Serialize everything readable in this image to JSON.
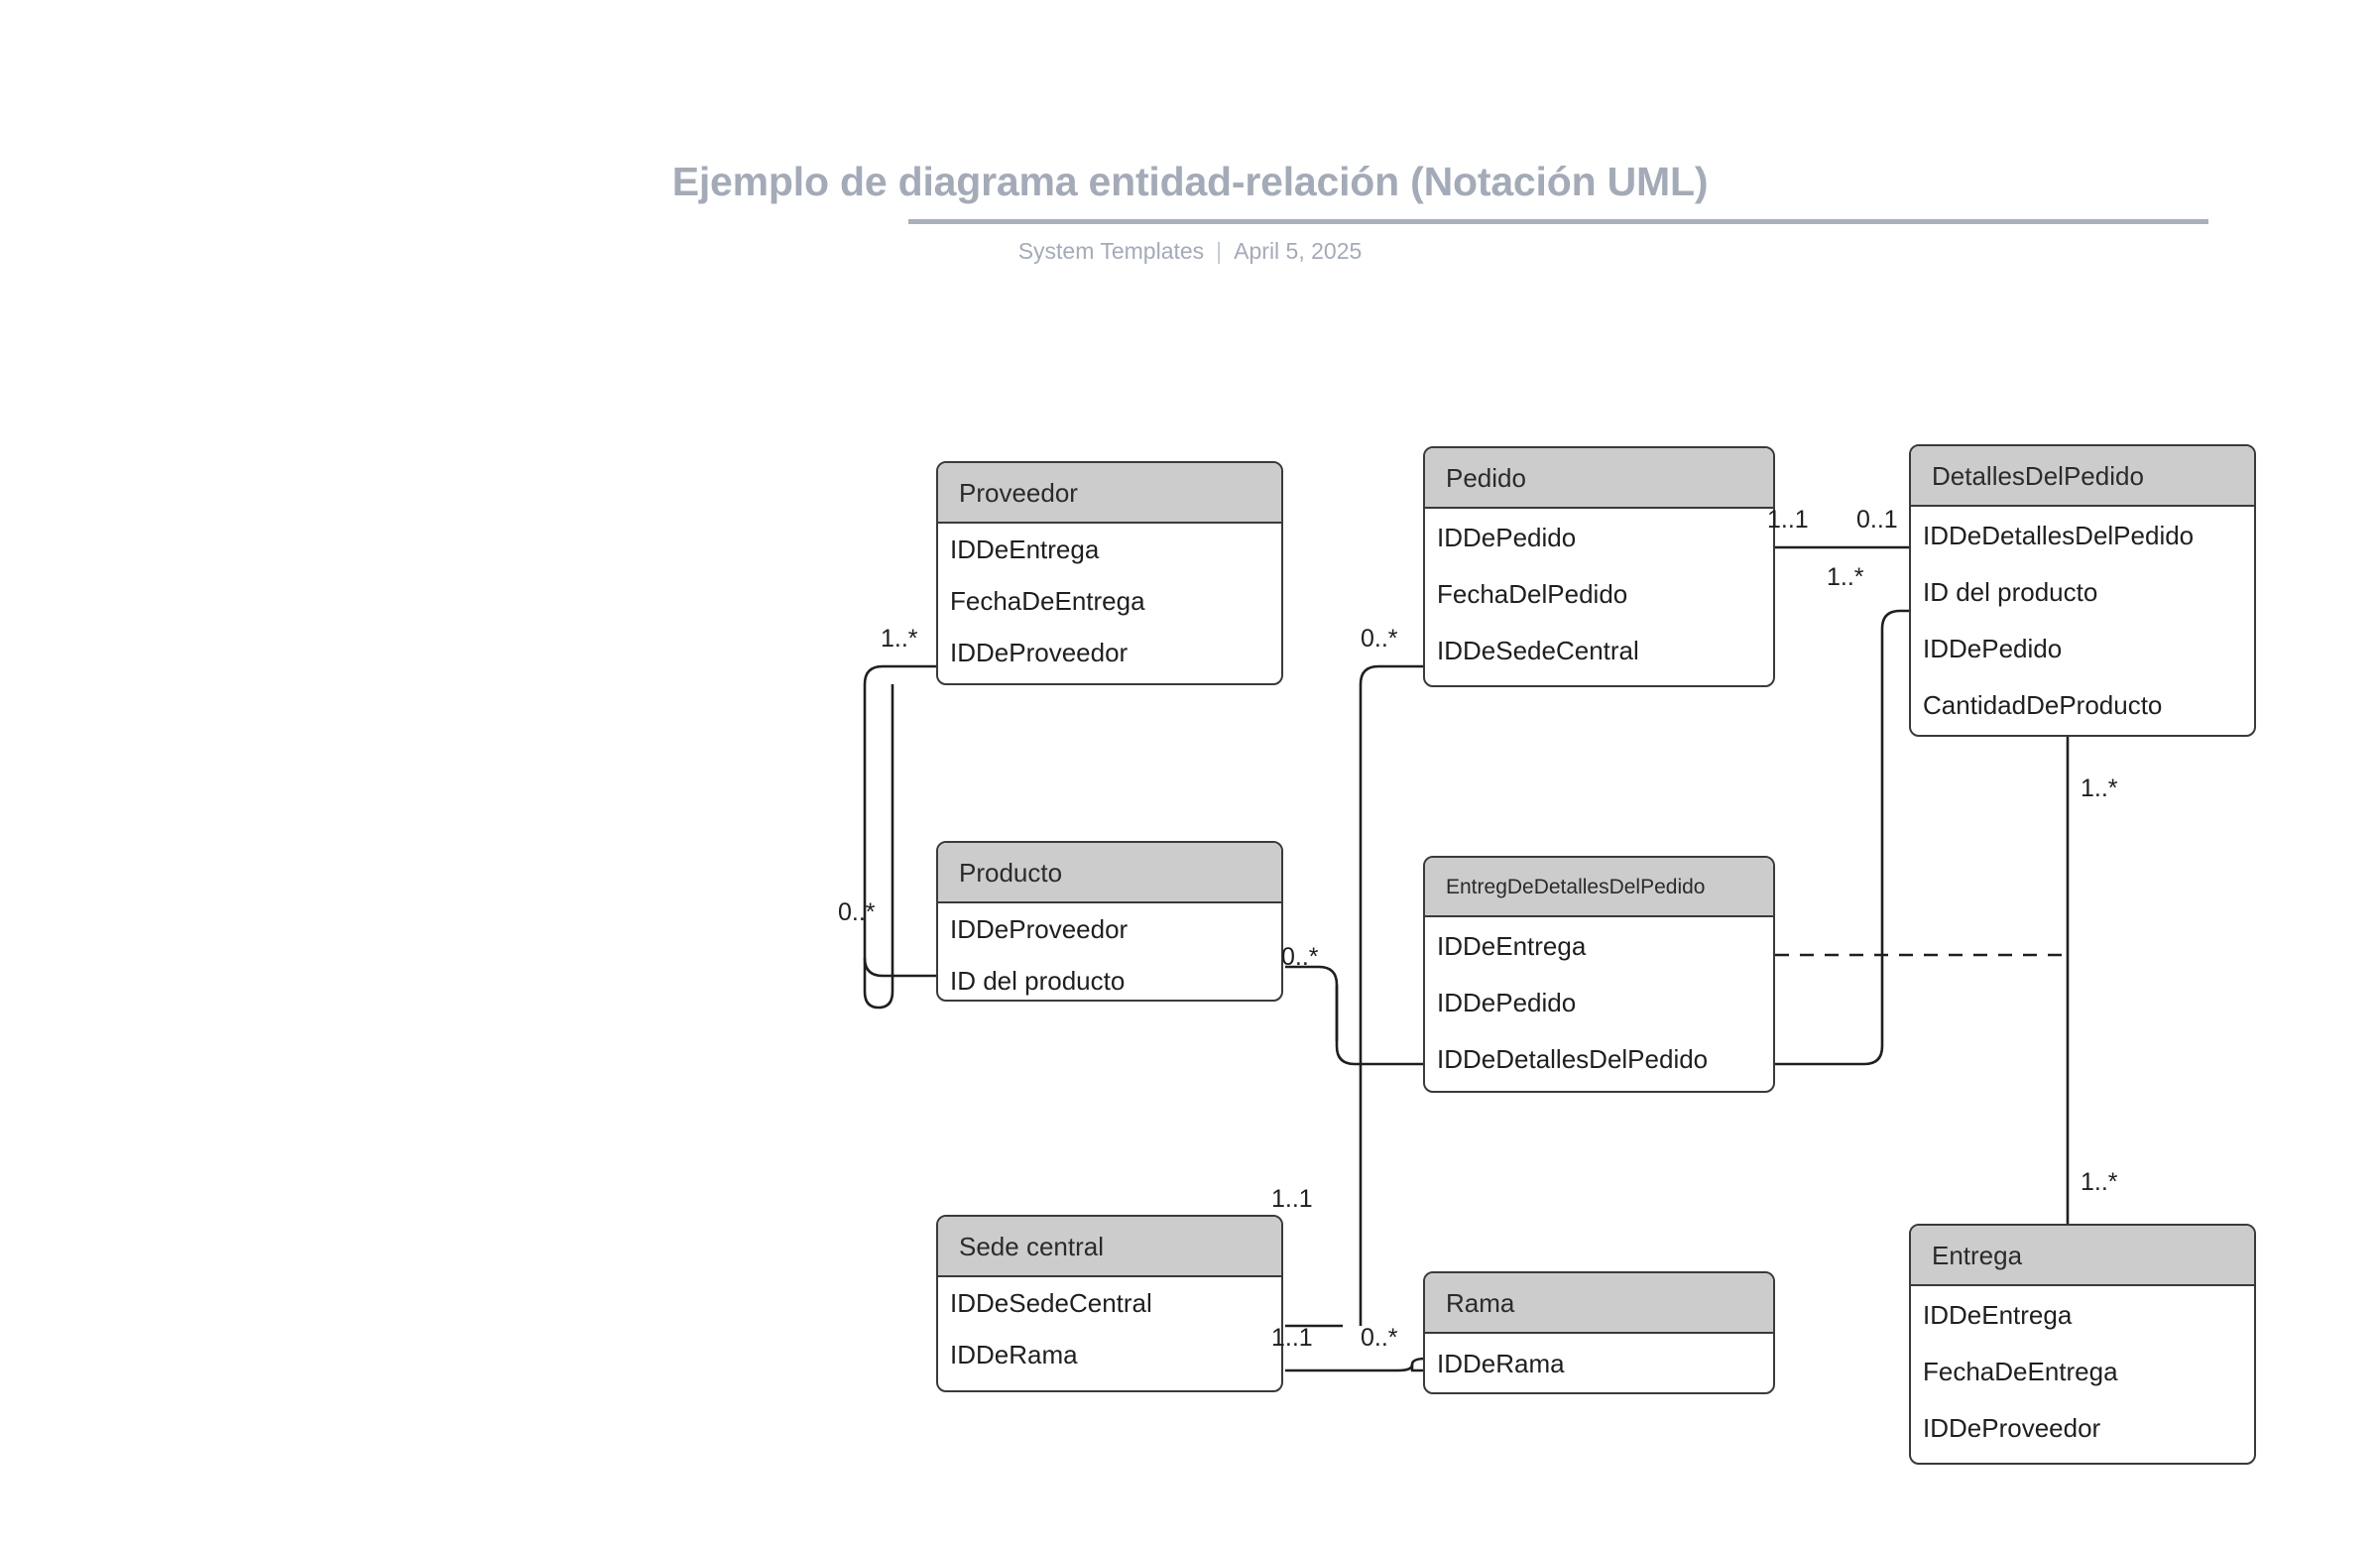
{
  "header": {
    "title": "Ejemplo de diagrama entidad-relación (Notación UML)",
    "source": "System Templates",
    "separator": "|",
    "date": "April 5, 2025"
  },
  "colors": {
    "entity_header_fill": "#cccccc",
    "entity_border": "#3a3a3a",
    "entity_body_fill": "#ffffff",
    "title_color": "#a3abb8",
    "connector": "#1f1f1f",
    "page_background": "#ffffff"
  },
  "diagram": {
    "notation": "UML",
    "entities": [
      {
        "id": "proveedor",
        "name": "Proveedor",
        "attributes": [
          "IDDeEntrega",
          "FechaDeEntrega",
          "IDDeProveedor"
        ]
      },
      {
        "id": "pedido",
        "name": "Pedido",
        "attributes": [
          "IDDePedido",
          "FechaDelPedido",
          "IDDeSedeCentral"
        ]
      },
      {
        "id": "detalles_del_pedido",
        "name": "DetallesDelPedido",
        "attributes": [
          "IDDeDetallesDelPedido",
          "ID del producto",
          "IDDePedido",
          "CantidadDeProducto"
        ]
      },
      {
        "id": "producto",
        "name": "Producto",
        "attributes": [
          "IDDeProveedor",
          "ID del producto"
        ]
      },
      {
        "id": "entreg_de_detalles_del_pedido",
        "name": "EntregDeDetallesDelPedido",
        "attributes": [
          "IDDeEntrega",
          "IDDePedido",
          "IDDeDetallesDelPedido"
        ]
      },
      {
        "id": "sede_central",
        "name": "Sede central",
        "attributes": [
          "IDDeSedeCentral",
          "IDDeRama"
        ]
      },
      {
        "id": "rama",
        "name": "Rama",
        "attributes": [
          "IDDeRama"
        ]
      },
      {
        "id": "entrega",
        "name": "Entrega",
        "attributes": [
          "IDDeEntrega",
          "FechaDeEntrega",
          "IDDeProveedor"
        ]
      }
    ],
    "multiplicities": [
      {
        "id": "m-proveedor-1",
        "label": "1..*"
      },
      {
        "id": "m-producto-0",
        "label": "0..*"
      },
      {
        "id": "m-pedido-0",
        "label": "0..*"
      },
      {
        "id": "m-pedido-11",
        "label": "1..1"
      },
      {
        "id": "m-detalles-01",
        "label": "0..1"
      },
      {
        "id": "m-detalles-1",
        "label": "1..*"
      },
      {
        "id": "m-detalles-down",
        "label": "1..*"
      },
      {
        "id": "m-entrega-up",
        "label": "1..*"
      },
      {
        "id": "m-producto-right",
        "label": "0..*"
      },
      {
        "id": "m-sede-top",
        "label": "1..1"
      },
      {
        "id": "m-sede-bottom",
        "label": "1..1"
      },
      {
        "id": "m-rama",
        "label": "0..*"
      }
    ]
  }
}
